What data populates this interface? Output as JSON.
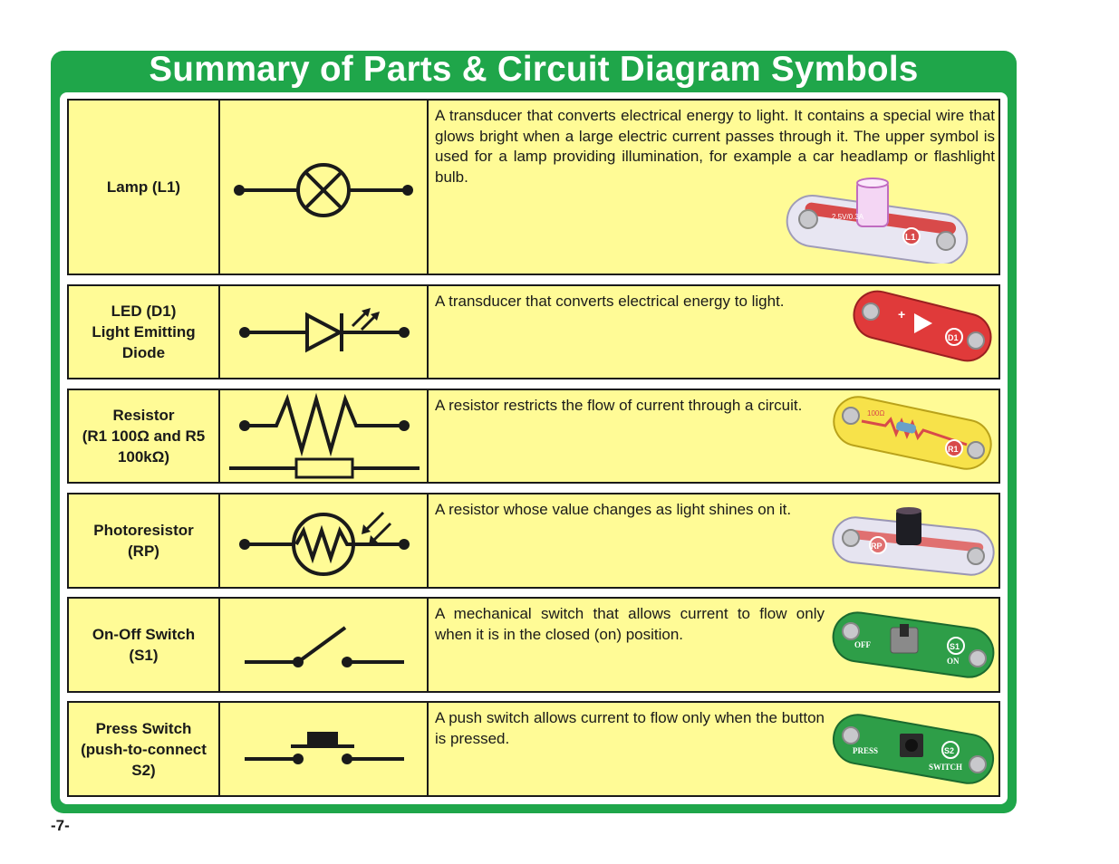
{
  "page": {
    "title": "Summary of Parts & Circuit Diagram Symbols",
    "page_number": "-7-",
    "colors": {
      "panel_green": "#1fa64a",
      "cell_yellow": "#fffb96",
      "ink": "#1a1a1a"
    }
  },
  "rows": [
    {
      "name": "Lamp (L1)",
      "description": "A transducer that converts electrical energy to light. It contains a special wire that glows bright when a large electric current passes through it. The upper symbol is used for a lamp providing illumination, for example a car headlamp or flashlight bulb.",
      "symbol": "lamp-symbol",
      "part_label": "L1",
      "part_text": "2.5V/0.3A"
    },
    {
      "name": "LED (D1)\nLight Emitting\nDiode",
      "description": "A transducer that converts electrical energy to light.",
      "symbol": "led-symbol",
      "part_label": "D1",
      "part_text": "+"
    },
    {
      "name": "Resistor\n(R1 100Ω and R5\n100kΩ)",
      "description": "A resistor restricts the flow of current through a circuit.",
      "symbol": "resistor-symbol",
      "part_label": "R1",
      "part_text": "100Ω"
    },
    {
      "name": "Photoresistor\n(RP)",
      "description": "A resistor whose value changes as light shines on it.",
      "symbol": "photoresistor-symbol",
      "part_label": "RP",
      "part_text": ""
    },
    {
      "name": "On-Off Switch\n(S1)",
      "description": "A mechanical switch that allows current to flow only when it is in the closed (on) position.",
      "symbol": "switch-symbol",
      "part_label": "S1",
      "part_text": "OFF",
      "part_text2": "ON"
    },
    {
      "name": "Press Switch\n(push-to-connect\nS2)",
      "description": "A push switch allows current to flow only when the button is pressed.",
      "symbol": "press-switch-symbol",
      "part_label": "S2",
      "part_text": "PRESS",
      "part_text2": "SWITCH"
    }
  ]
}
